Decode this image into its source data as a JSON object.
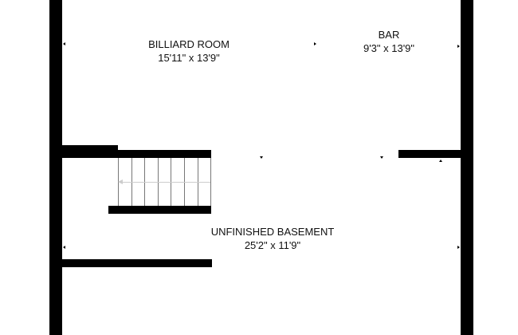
{
  "rooms": [
    {
      "name": "BILLIARD ROOM",
      "dimensions": "15'11\" x 13'9\""
    },
    {
      "name": "BAR",
      "dimensions": "9'3\" x 13'9\""
    },
    {
      "name": "UNFINISHED BASEMENT",
      "dimensions": "25'2\" x 11'9\""
    }
  ],
  "colors": {
    "wall": "#000000",
    "stair_tread": "#777777",
    "background": "#ffffff"
  }
}
